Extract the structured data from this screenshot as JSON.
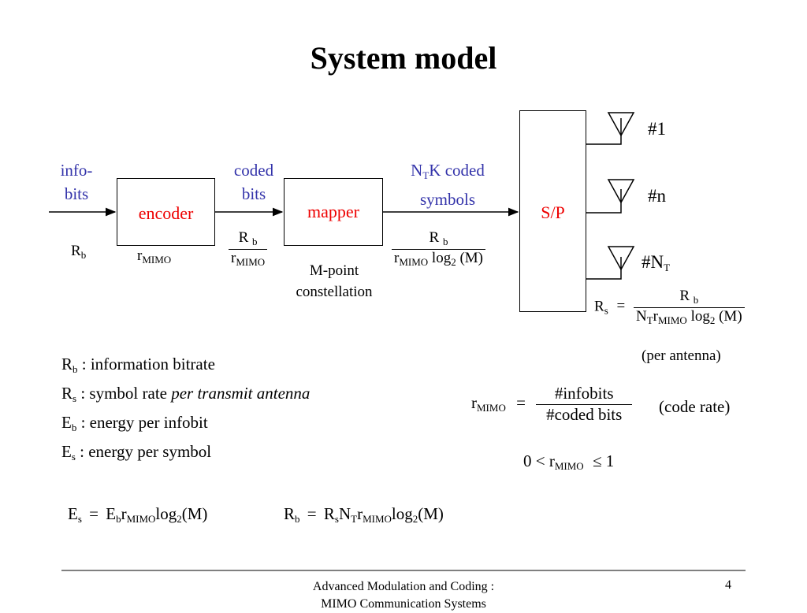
{
  "slide": {
    "title": "System model",
    "page_number": "4",
    "footer_line1": "Advanced Modulation and Coding :",
    "footer_line2": "MIMO Communication Systems"
  },
  "diagram": {
    "info_bits_line1": "info-",
    "info_bits_line2": "bits",
    "coded_bits_line1": "coded",
    "coded_bits_line2": "bits",
    "nt_symbols_N": "N",
    "nt_symbols_T": "T",
    "nt_symbols_rest": "K coded",
    "nt_symbols_line2": "symbols",
    "encoder_label": "encoder",
    "mapper_label": "mapper",
    "sp_label": "S/P",
    "antenna1": "#1",
    "antenna_n": "#n",
    "antenna_NT_base": "#N",
    "antenna_NT_sub": "T",
    "rate_Rb": "R",
    "rate_Rb_sub": "b",
    "encoder_rate": "r",
    "encoder_rate_sub": "MIMO",
    "mapper_note_line1": "M-point",
    "mapper_note_line2": "constellation",
    "per_antenna": "(per antenna)",
    "log2M": "log",
    "log_sub": "2",
    "paren_M": "(M)",
    "Rs_sym": "R",
    "Rs_sub": "s"
  },
  "legend": [
    {
      "sym": "R",
      "sub": "b",
      "text": " : information bitrate",
      "italic": ""
    },
    {
      "sym": "R",
      "sub": "s",
      "text": " : symbol rate ",
      "italic": "per transmit antenna"
    },
    {
      "sym": "E",
      "sub": "b",
      "text": " : energy per infobit",
      "italic": ""
    },
    {
      "sym": "E",
      "sub": "s",
      "text": " : energy per symbol",
      "italic": ""
    }
  ],
  "code_rate": {
    "numerator": "#infobits",
    "denominator": "#coded bits",
    "note": "(code rate)",
    "bound_left": "0 <",
    "bound_right": "≤ 1"
  },
  "equations": {
    "eq1_lhs": "E",
    "eq1_lhs_sub": "s",
    "eq2_lhs": "R",
    "eq2_lhs_sub": "b"
  }
}
